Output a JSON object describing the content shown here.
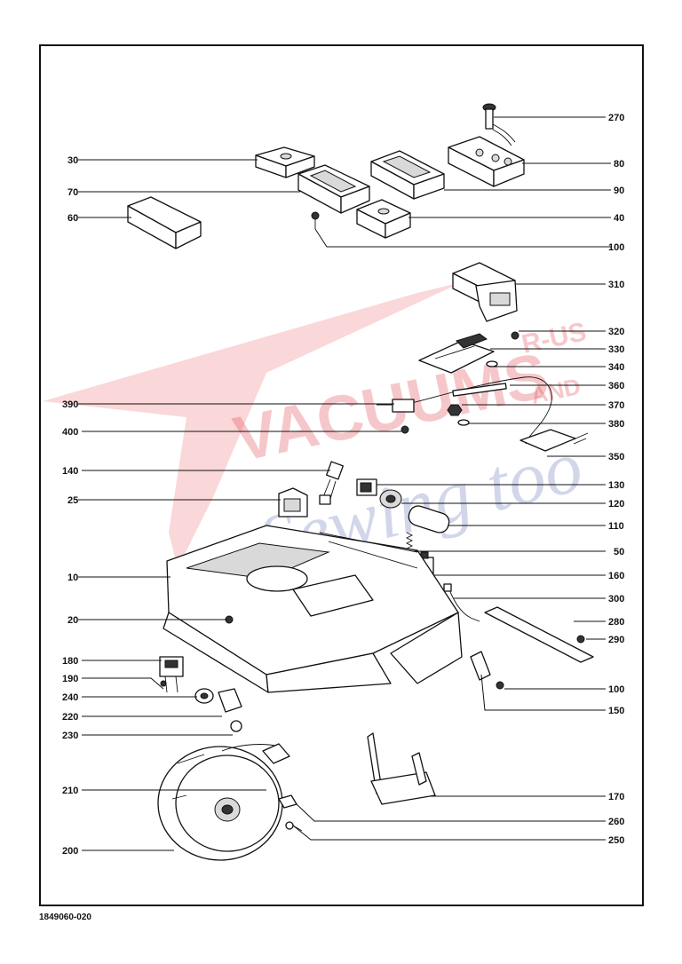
{
  "drawing_number": "1849060-020",
  "watermark": {
    "line1": "VACUUMS",
    "line2": "R-US",
    "line3": "AND",
    "line4": "Sewing too"
  },
  "callouts": [
    {
      "id": "c270",
      "label": "270"
    },
    {
      "id": "c30",
      "label": "30"
    },
    {
      "id": "c80",
      "label": "80"
    },
    {
      "id": "c70",
      "label": "70"
    },
    {
      "id": "c90",
      "label": "90"
    },
    {
      "id": "c60",
      "label": "60"
    },
    {
      "id": "c40",
      "label": "40"
    },
    {
      "id": "c100a",
      "label": "100"
    },
    {
      "id": "c310",
      "label": "310"
    },
    {
      "id": "c320",
      "label": "320"
    },
    {
      "id": "c330",
      "label": "330"
    },
    {
      "id": "c340",
      "label": "340"
    },
    {
      "id": "c360",
      "label": "360"
    },
    {
      "id": "c390",
      "label": "390"
    },
    {
      "id": "c370",
      "label": "370"
    },
    {
      "id": "c380",
      "label": "380"
    },
    {
      "id": "c400",
      "label": "400"
    },
    {
      "id": "c350",
      "label": "350"
    },
    {
      "id": "c140",
      "label": "140"
    },
    {
      "id": "c130",
      "label": "130"
    },
    {
      "id": "c25",
      "label": "25"
    },
    {
      "id": "c120",
      "label": "120"
    },
    {
      "id": "c110",
      "label": "110"
    },
    {
      "id": "c50",
      "label": "50"
    },
    {
      "id": "c10",
      "label": "10"
    },
    {
      "id": "c160",
      "label": "160"
    },
    {
      "id": "c300",
      "label": "300"
    },
    {
      "id": "c20",
      "label": "20"
    },
    {
      "id": "c280",
      "label": "280"
    },
    {
      "id": "c290",
      "label": "290"
    },
    {
      "id": "c180",
      "label": "180"
    },
    {
      "id": "c190",
      "label": "190"
    },
    {
      "id": "c100b",
      "label": "100"
    },
    {
      "id": "c240",
      "label": "240"
    },
    {
      "id": "c150",
      "label": "150"
    },
    {
      "id": "c220",
      "label": "220"
    },
    {
      "id": "c230",
      "label": "230"
    },
    {
      "id": "c170",
      "label": "170"
    },
    {
      "id": "c210",
      "label": "210"
    },
    {
      "id": "c260",
      "label": "260"
    },
    {
      "id": "c250",
      "label": "250"
    },
    {
      "id": "c200",
      "label": "200"
    }
  ]
}
